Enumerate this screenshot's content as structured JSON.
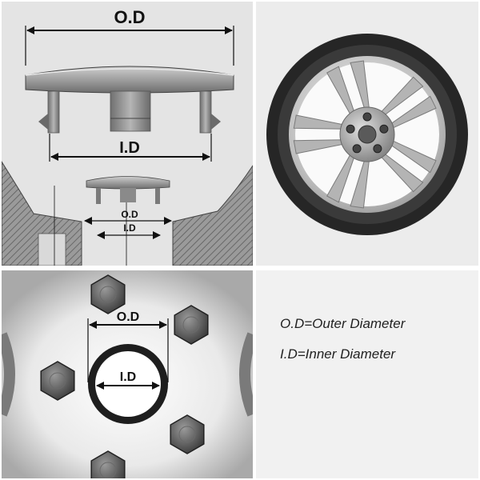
{
  "labels": {
    "od": "O.D",
    "id": "I.D"
  },
  "legend": {
    "od_definition": "O.D=Outer Diameter",
    "id_definition": "I.D=Inner Diameter"
  },
  "colors": {
    "panel_bg": "#e4e4e4",
    "cap_body": "#8a8a8a",
    "tire": "#2b2b2b",
    "rim_silver": "#c9c9c9",
    "lug_nut": "#5a5a5a",
    "text": "#111111"
  }
}
